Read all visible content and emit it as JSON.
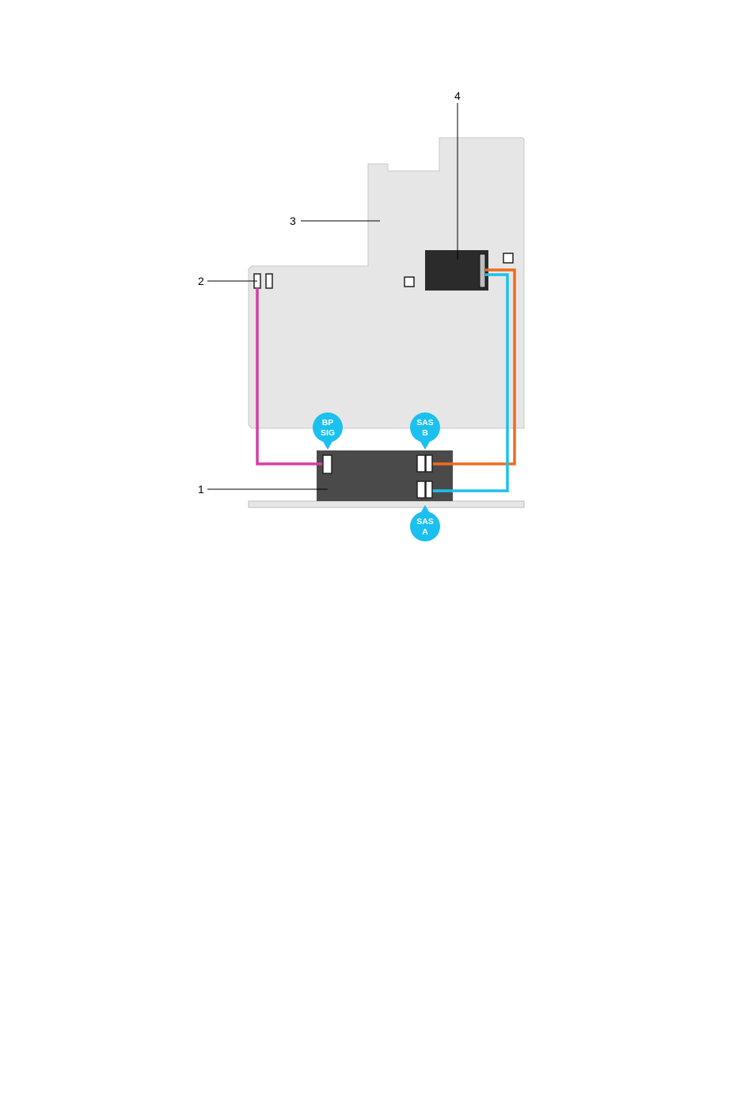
{
  "callouts": {
    "c1": "1",
    "c2": "2",
    "c3": "3",
    "c4": "4"
  },
  "badges": {
    "bp_sig": {
      "line1": "BP",
      "line2": "SIG"
    },
    "sas_b": {
      "line1": "SAS",
      "line2": "B"
    },
    "sas_a": {
      "line1": "SAS",
      "line2": "A"
    }
  },
  "colors": {
    "board": "#e6e6e6",
    "board_edge": "#c8c8c8",
    "backplane": "#4a4a4a",
    "controller": "#2b2b2b",
    "signal_cable": "#d63fa4",
    "sas_b_cable": "#f26a1b",
    "sas_a_cable": "#1cc0ef",
    "badge": "#1cc0ef"
  }
}
